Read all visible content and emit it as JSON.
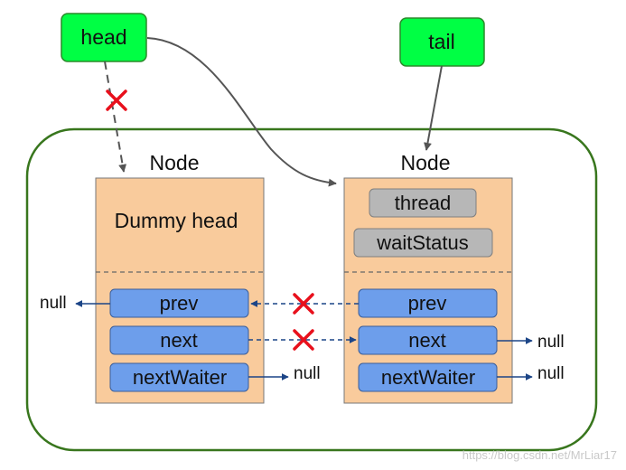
{
  "pointers": {
    "head": "head",
    "tail": "tail"
  },
  "left_node": {
    "title": "Node",
    "header": "Dummy head",
    "fields": {
      "prev": "prev",
      "next": "next",
      "next_waiter": "nextWaiter"
    }
  },
  "right_node": {
    "title": "Node",
    "meta": {
      "thread": "thread",
      "wait_status": "waitStatus"
    },
    "fields": {
      "prev": "prev",
      "next": "next",
      "next_waiter": "nextWaiter"
    }
  },
  "null_labels": {
    "left_prev": "null",
    "left_next_waiter": "null",
    "right_next": "null",
    "right_next_waiter": "null"
  },
  "watermark": "https://blog.csdn.net/MrLiar17",
  "colors": {
    "pointer_box": "#00ff44",
    "node_fill": "#f9cb9c",
    "field_blue": "#6d9eeb",
    "meta_gray": "#b7b7b7",
    "container_border": "#38761d",
    "cross_red": "#e8101c",
    "arrow_dark": "#555555",
    "arrow_navy": "#1c4587"
  }
}
